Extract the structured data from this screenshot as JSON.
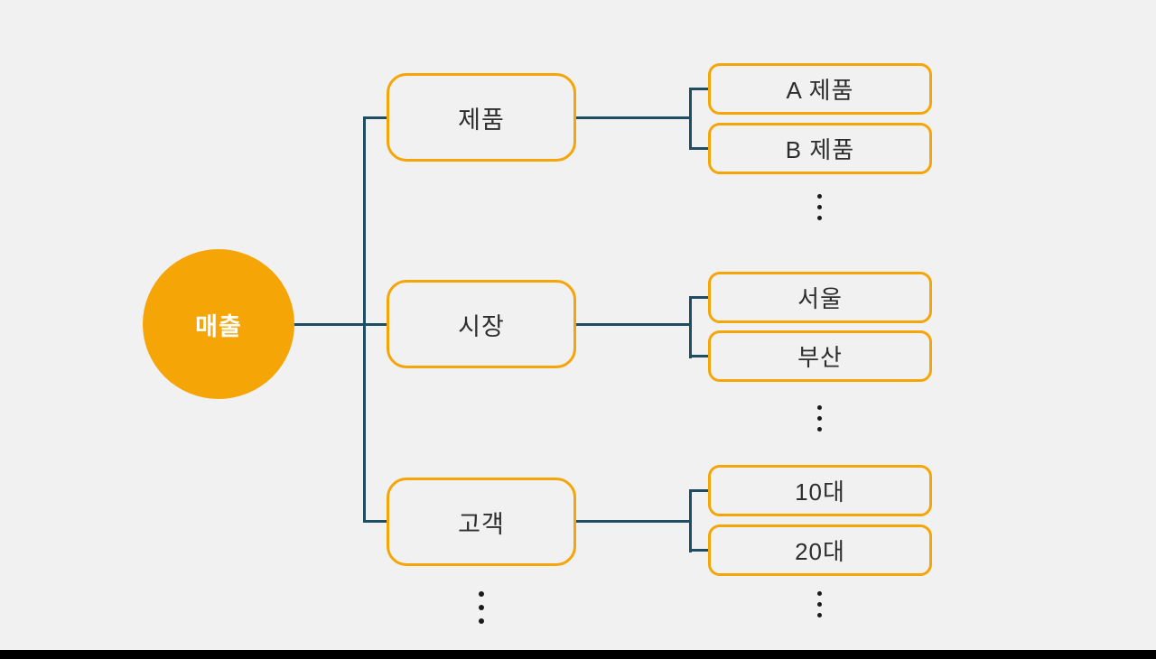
{
  "diagram": {
    "root": {
      "label": "매출"
    },
    "branches": [
      {
        "label": "제품",
        "children": [
          {
            "label": "A 제품"
          },
          {
            "label": "B 제품"
          }
        ]
      },
      {
        "label": "시장",
        "children": [
          {
            "label": "서울"
          },
          {
            "label": "부산"
          }
        ]
      },
      {
        "label": "고객",
        "children": [
          {
            "label": "10대"
          },
          {
            "label": "20대"
          }
        ]
      }
    ],
    "colors": {
      "node_orange": "#f5a506",
      "connector_teal": "#1d4e63",
      "background": "#f1f1f2",
      "letterbox_black": "#000000",
      "label_dark": "#2d2d2d",
      "root_label_white": "#ffffff"
    }
  }
}
